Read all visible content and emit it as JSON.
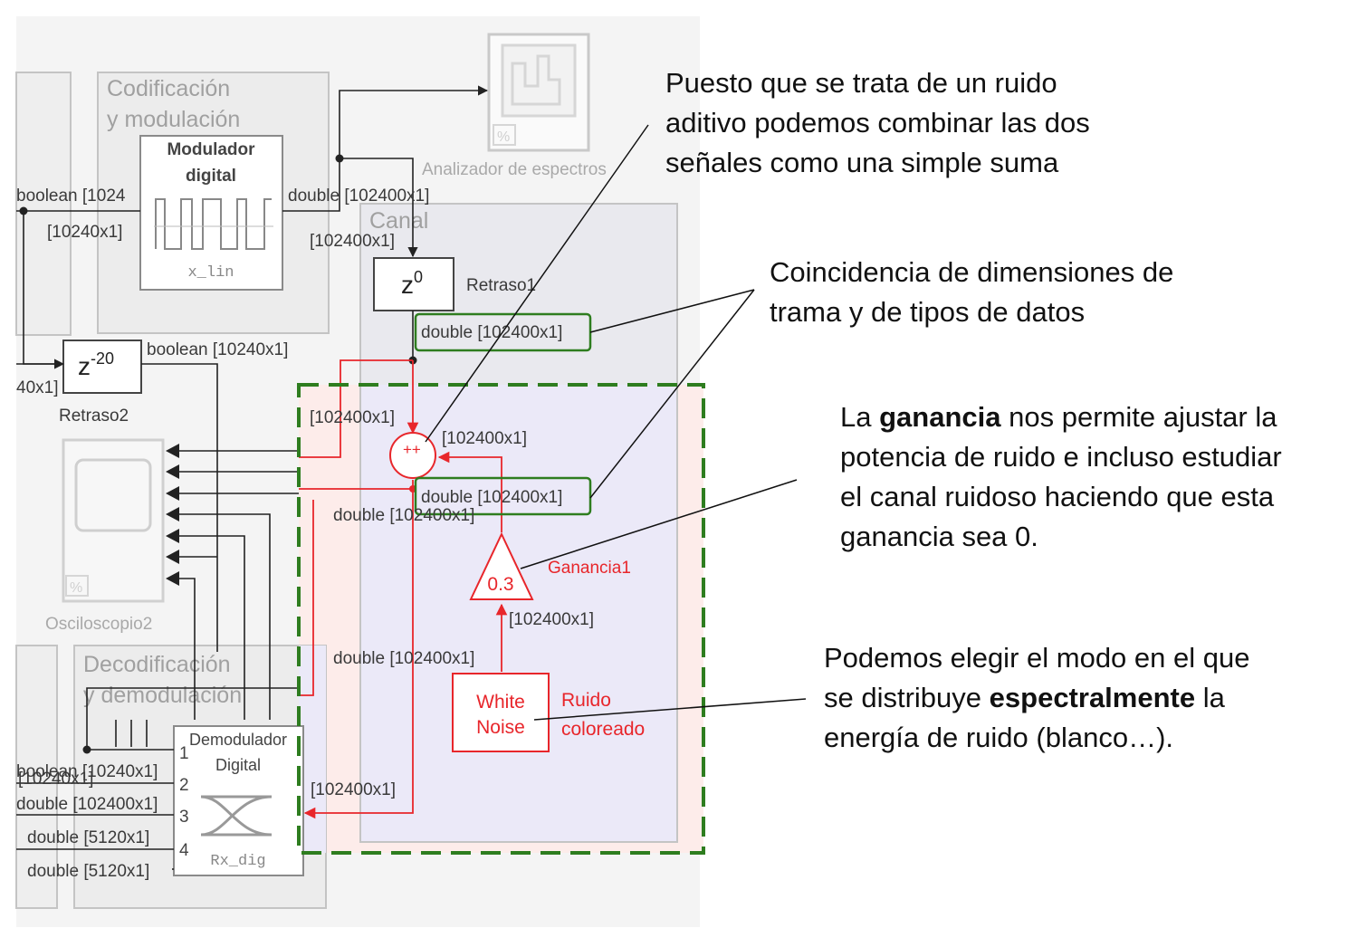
{
  "diagram": {
    "subsystems": {
      "codificacion_line1": "Codificación",
      "codificacion_line2": "y modulación",
      "canal": "Canal",
      "decodificacion_line1": "Decodificación",
      "decodificacion_line2": "y demodulación"
    },
    "blocks": {
      "modulador_line1": "Modulador",
      "modulador_line2": "digital",
      "modulador_var": "x_lin",
      "analizador": "Analizador de espectros",
      "z0_exp": "0",
      "retraso1": "Retraso1",
      "z20_exp": "-20",
      "retraso2": "Retraso2",
      "osciloscopio": "Osciloscopio2",
      "gain_value": "0.3",
      "gain_label": "Ganancia1",
      "white_noise_line1": "White",
      "white_noise_line2": "Noise",
      "ruido_line1": "Ruido",
      "ruido_line2": "coloreado",
      "demod_line1": "Demodulador",
      "demod_line2": "Digital",
      "demod_var": "Rx_dig",
      "scope_icon_text": "%",
      "z_letter": "z",
      "sum_signs": "++",
      "port1": "1",
      "port2": "2",
      "port3": "3",
      "port4": "4"
    },
    "signals": {
      "boolean_left": "boolean [1024",
      "mod_in_dim": "[10240x1]",
      "mod_out": "double [102400x1]",
      "z0_in_dim": "[102400x1]",
      "retraso1_out": "double [102400x1]",
      "z20_in_partial": "40x1]",
      "z20_out": "boolean [10240x1]",
      "sum_in_dim": "[102400x1]",
      "sum_in2_dim": "[102400x1]",
      "sum_out": "double [102400x1]",
      "sum_out_behind": "double [102400x1]",
      "gain_in_dim": "[102400x1]",
      "double_lower": "double [102400x1]",
      "demod_in_dim": "[102400x1]",
      "out1": "boolean [10240x1]",
      "out1_overlap": "[10240x1]",
      "out2": "double [102400x1]",
      "out3": "double [5120x1]",
      "out4": "double [5120x1]"
    }
  },
  "annotations": {
    "sum": {
      "line1": "Puesto que se trata de un ruido",
      "line2": "aditivo podemos combinar las dos",
      "line3": "señales como una simple suma"
    },
    "dimensions": {
      "line1": "Coincidencia de dimensiones de",
      "line2": "trama y de tipos de datos"
    },
    "gain": {
      "line1_pre": "La",
      "line1_bold": "ganancia",
      "line1_post": "nos permite ajustar la",
      "line2": "potencia de ruido e incluso estudiar",
      "line3": "el canal ruidoso haciendo que esta",
      "line4": "ganancia sea 0."
    },
    "noise": {
      "line1": "Podemos elegir el modo en el que",
      "line2_pre": "se distribuye",
      "line2_bold": "espectralmente",
      "line2_post": "la",
      "line3": "energía de ruido (blanco…)."
    }
  },
  "colors": {
    "canvas_bg": "#f4f4f4",
    "highlight_dash": "#2e7d1f",
    "noise_red": "#e8262b",
    "canal_fill": "#ebe9f8",
    "pink_fill": "#fdecea"
  }
}
